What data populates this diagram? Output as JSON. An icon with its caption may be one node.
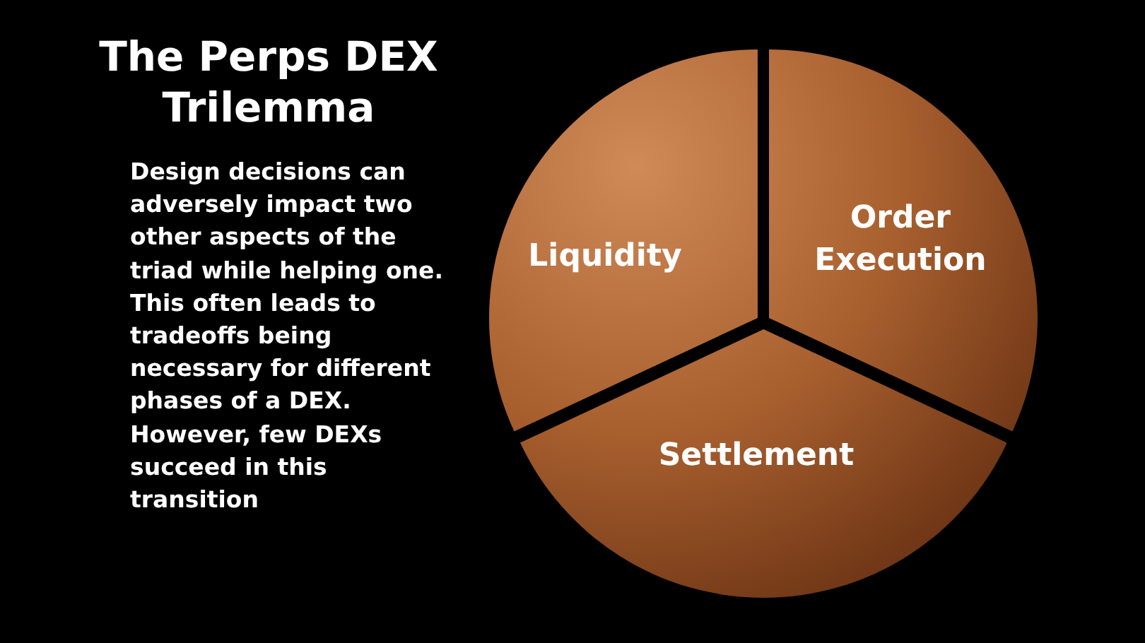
{
  "diagram": {
    "title": "The Perps DEX Trilemma",
    "nodes": [
      {
        "text": [
          "Liquidity"
        ]
      },
      {
        "text": [
          "Order Execution"
        ]
      },
      {
        "text": [
          "Settlement"
        ]
      }
    ],
    "labels": [
      "Design decisions can adversely impact two other aspects of the triad while helping one. This often leads to tradeoffs being necessary for different phases of a DEX. However, few DEXs succeed in this transition"
    ]
  }
}
